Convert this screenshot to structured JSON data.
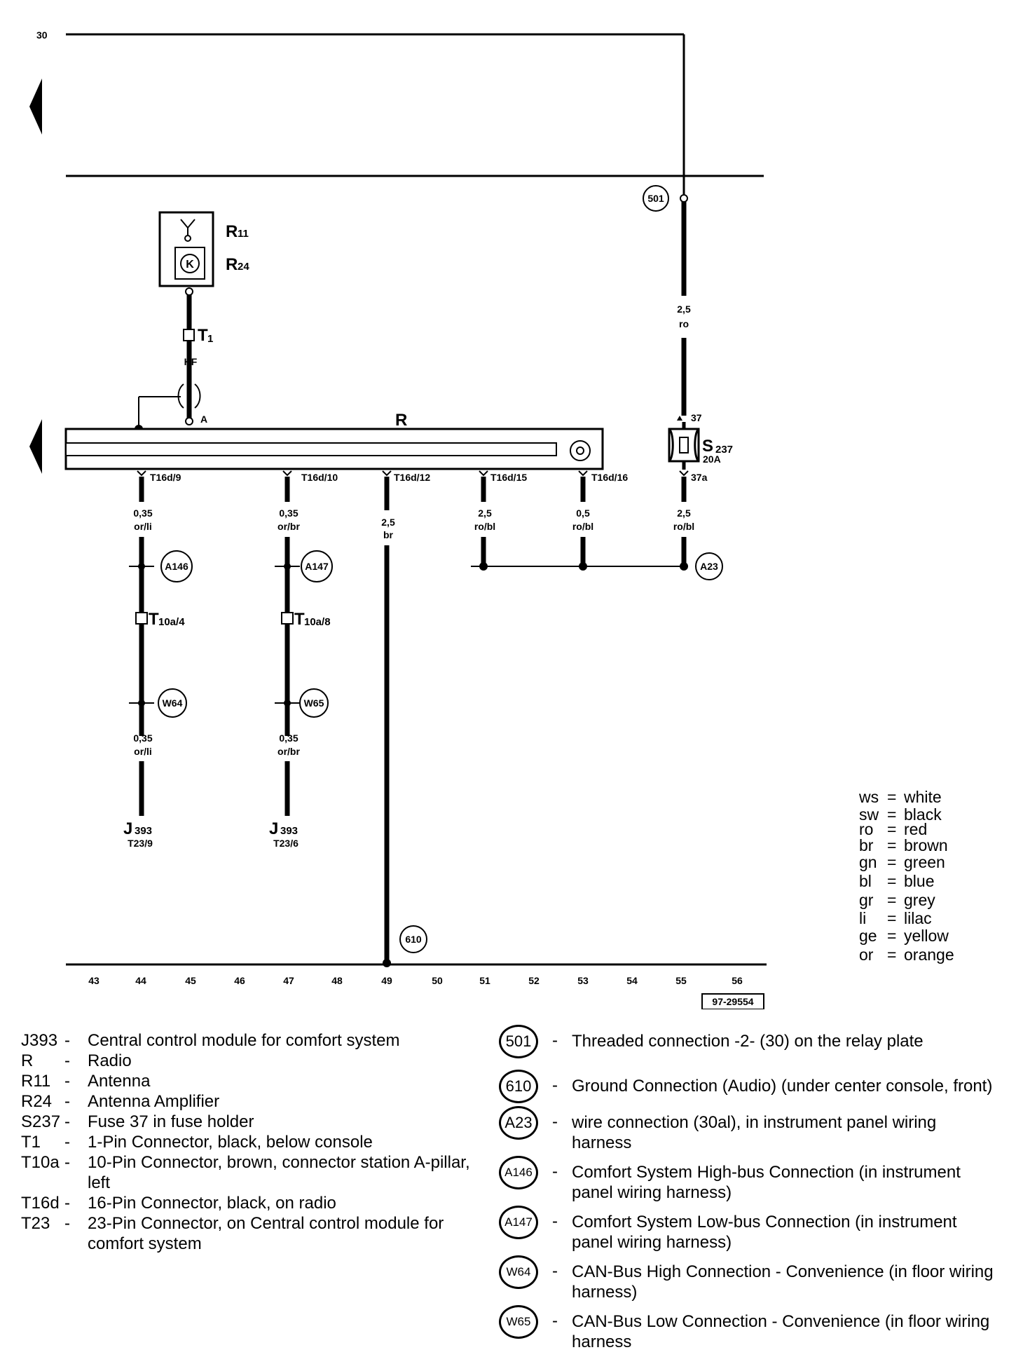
{
  "diagram": {
    "top_rail_label": "30",
    "drawing_number": "97-29554",
    "column_numbers": [
      "43",
      "44",
      "45",
      "46",
      "47",
      "48",
      "49",
      "50",
      "51",
      "52",
      "53",
      "54",
      "55",
      "56"
    ],
    "components": {
      "R": "R",
      "R11": {
        "main": "R",
        "sub": "11"
      },
      "R24": {
        "main": "R",
        "sub": "24"
      },
      "T1": {
        "main": "T",
        "sub": "1"
      },
      "HF": "HF",
      "A": "A",
      "S237": {
        "main": "S",
        "sub": "237"
      },
      "S237_rating": "20A",
      "S237_pin_in": "37",
      "S237_pin_out": "37a"
    },
    "connectors": [
      "T16d/9",
      "T16d/10",
      "T16d/12",
      "T16d/15",
      "T16d/16"
    ],
    "wires": {
      "w1_top": {
        "size": "0,35",
        "color": "or/li"
      },
      "w1_bottom": {
        "size": "0,35",
        "color": "or/li"
      },
      "w2_top": {
        "size": "0,35",
        "color": "or/br"
      },
      "w2_bottom": {
        "size": "0,35",
        "color": "or/br"
      },
      "w3": {
        "size": "2,5",
        "color": "br"
      },
      "w4": {
        "size": "2,5",
        "color": "ro/bl"
      },
      "w5": {
        "size": "0,5",
        "color": "ro/bl"
      },
      "w6": {
        "size": "2,5",
        "color": "ro/bl"
      },
      "w_supply": {
        "size": "2,5",
        "color": "ro"
      }
    },
    "markers": {
      "m501": "501",
      "m610": "610",
      "a23": "A23",
      "a146": "A146",
      "a147": "A147",
      "w64": "W64",
      "w65": "W65"
    },
    "mid_connectors": {
      "t10a4": {
        "main": "T",
        "sub": "10a/4"
      },
      "t10a8": {
        "main": "T",
        "sub": "10a/8"
      }
    },
    "terminals": {
      "j1": {
        "main": "J",
        "sub": "393",
        "pin": "T23/9"
      },
      "j2": {
        "main": "J",
        "sub": "393",
        "pin": "T23/6"
      }
    },
    "color_key": [
      {
        "code": "ws",
        "name": "white"
      },
      {
        "code": "sw",
        "name": "black"
      },
      {
        "code": "ro",
        "name": "red"
      },
      {
        "code": "br",
        "name": "brown"
      },
      {
        "code": "gn",
        "name": "green"
      },
      {
        "code": "bl",
        "name": "blue"
      },
      {
        "code": "gr",
        "name": "grey"
      },
      {
        "code": "li",
        "name": "lilac"
      },
      {
        "code": "ge",
        "name": "yellow"
      },
      {
        "code": "or",
        "name": "orange"
      }
    ]
  },
  "legend": [
    {
      "code": "J393",
      "desc": "Central control module for comfort system"
    },
    {
      "code": "R",
      "desc": "Radio"
    },
    {
      "code": "R11",
      "desc": "Antenna"
    },
    {
      "code": "R24",
      "desc": "Antenna Amplifier"
    },
    {
      "code": "S237",
      "desc": "Fuse 37 in fuse holder"
    },
    {
      "code": "T1",
      "desc": "1-Pin Connector, black, below console"
    },
    {
      "code": "T10a",
      "desc": "10-Pin Connector, brown, connector station A-pillar, left"
    },
    {
      "code": "T16d",
      "desc": "16-Pin Connector, black, on radio"
    },
    {
      "code": "T23",
      "desc": "23-Pin Connector, on Central control module for comfort system"
    }
  ],
  "locations": [
    {
      "id": "501",
      "desc": "Threaded connection -2- (30) on the relay plate"
    },
    {
      "id": "610",
      "desc": "Ground Connection (Audio) (under center console, front)"
    },
    {
      "id": "A23",
      "desc": "wire connection (30al), in instrument panel wiring harness"
    },
    {
      "id": "A146",
      "desc": "Comfort System High-bus Connection (in instrument panel wiring harness)"
    },
    {
      "id": "A147",
      "desc": "Comfort System Low-bus Connection (in instrument panel wiring harness)"
    },
    {
      "id": "W64",
      "desc": "CAN-Bus High Connection - Convenience (in floor wiring harness)"
    },
    {
      "id": "W65",
      "desc": "CAN-Bus Low Connection - Convenience (in floor wiring harness"
    }
  ]
}
